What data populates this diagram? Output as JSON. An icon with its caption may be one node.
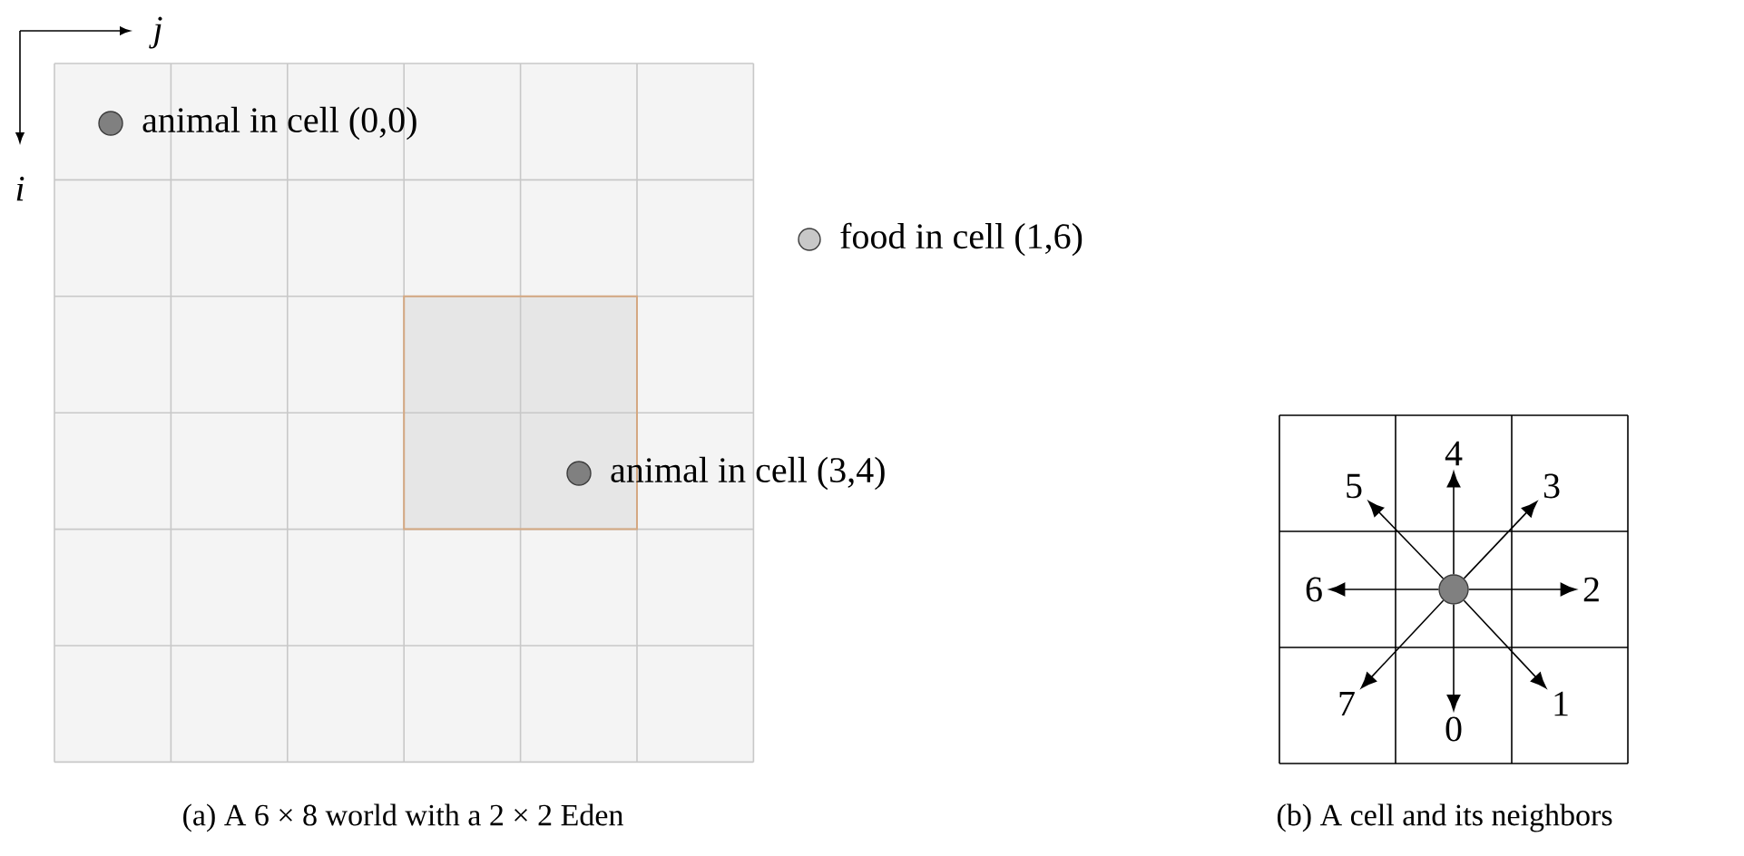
{
  "diagram": {
    "nodes": [
      {
        "text": [],
        "shape": "circle",
        "beside": [
          "animal in cell (0,0)"
        ]
      },
      {
        "text": [],
        "shape": "circle",
        "beside": [
          "food in cell (1,6)"
        ]
      },
      {
        "text": [],
        "shape": "circle",
        "beside": [
          "animal in cell (3,4)"
        ]
      },
      {
        "text": [],
        "shape": "circle"
      },
      {
        "text": [
          "0"
        ]
      },
      {
        "text": [
          "1"
        ]
      },
      {
        "text": [
          "2"
        ]
      },
      {
        "text": [
          "3"
        ]
      },
      {
        "text": [
          "4"
        ]
      },
      {
        "text": [
          "5"
        ]
      },
      {
        "text": [
          "6"
        ]
      },
      {
        "text": [
          "7"
        ]
      }
    ],
    "edges": [
      {
        "from": 3,
        "to": 4,
        "arrow": "to"
      },
      {
        "from": 3,
        "to": 5,
        "arrow": "to"
      },
      {
        "from": 3,
        "to": 6,
        "arrow": "to"
      },
      {
        "from": 3,
        "to": 7,
        "arrow": "to"
      },
      {
        "from": 3,
        "to": 8,
        "arrow": "to"
      },
      {
        "from": 3,
        "to": 9,
        "arrow": "to"
      },
      {
        "from": 3,
        "to": 10,
        "arrow": "to"
      },
      {
        "from": 3,
        "to": 11,
        "arrow": "to"
      }
    ],
    "labels": [
      "j",
      "i",
      "(a)  A 6 × 8 world with a 2 × 2 Eden",
      "(b)  A cell and its neighbors"
    ]
  }
}
